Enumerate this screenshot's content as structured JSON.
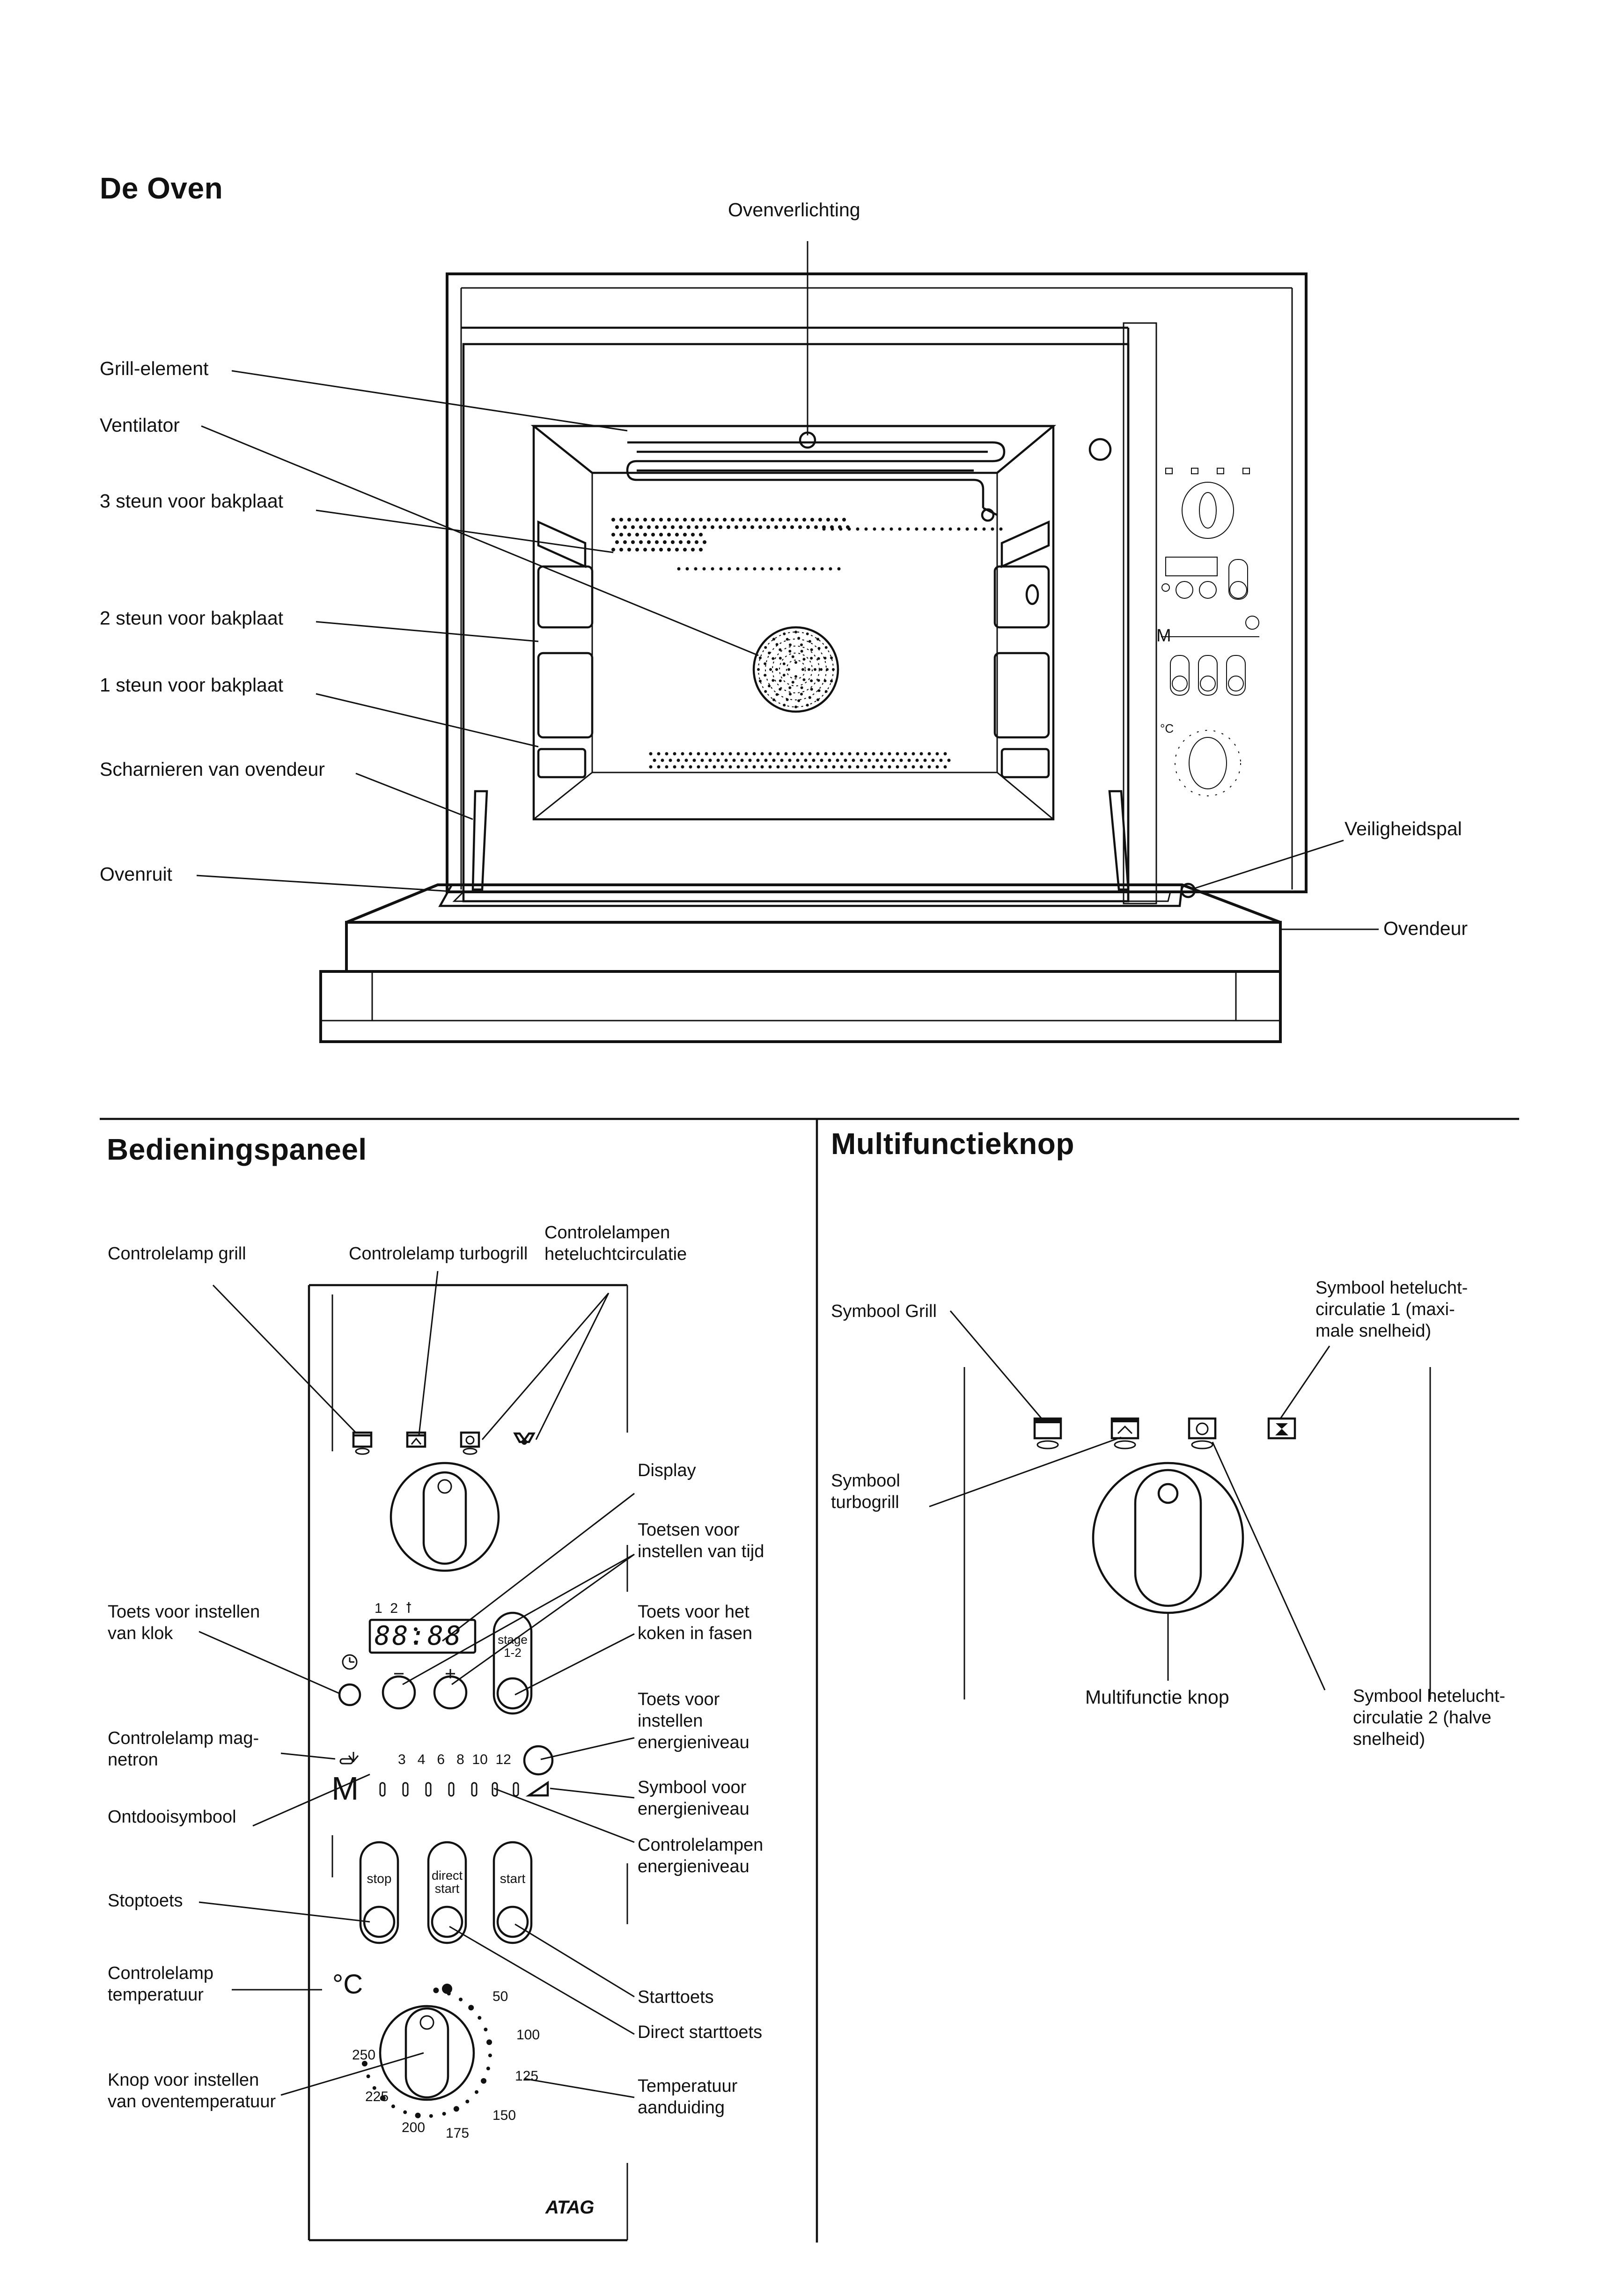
{
  "oven_section": {
    "title": "De Oven",
    "labels": {
      "ovenverlichting": "Ovenverlichting",
      "grill_element": "Grill-element",
      "ventilator": "Ventilator",
      "steun3": "3 steun voor bakplaat",
      "steun2": "2 steun voor bakplaat",
      "steun1": "1 steun voor bakplaat",
      "scharnieren": "Scharnieren van ovendeur",
      "ovenruit": "Ovenruit",
      "veiligheidspal": "Veiligheidspal",
      "ovendeur": "Ovendeur"
    }
  },
  "panel_section": {
    "title": "Bedieningspaneel",
    "labels": {
      "controlelamp_grill": "Controlelamp  grill",
      "controlelamp_turbogrill": "Controlelamp turbogrill",
      "controlelampen_hetelucht": "Controlelampen\nheteluchtcirculatie",
      "display": "Display",
      "toetsen_tijd": "Toetsen voor\ninstellen van tijd",
      "toets_klok": "Toets voor instellen\nvan klok",
      "toets_fasen": "Toets voor het\nkoken in fasen",
      "toets_energie": "Toets voor\ninstellen\nenergieniveau",
      "controlelamp_magnetron": "Controlelamp mag-\nnetron",
      "symbool_energie": "Symbool voor\nenergieniveau",
      "ontdooisymbool": "Ontdooisymbool",
      "controlelampen_energie": "Controlelampen\nenergieniveau",
      "stoptoets": "Stoptoets",
      "controlelamp_temp": "Controlelamp\ntemperatuur",
      "starttoets": "Starttoets",
      "direct_starttoets": "Direct starttoets",
      "knop_temp": "Knop voor instellen\nvan oventemperatuur",
      "temp_aanduiding": "Temperatuur\naanduiding"
    },
    "panel_marks": {
      "timer_top": "1  2  ",
      "stage_icon": "ꝉ",
      "display_digits": "88:88",
      "stage_button": "stage\n1-2",
      "energy_scale": "3   4   6   8  10  12",
      "stop_label": "stop",
      "direct_start_label": "direct\nstart",
      "start_label": "start",
      "temp_symbol": "°C",
      "brand": "ATAG",
      "m_letter": "M",
      "t50": "50",
      "t100": "100",
      "t125": "125",
      "t150": "150",
      "t175": "175",
      "t200": "200",
      "t225": "225",
      "t250": "250"
    }
  },
  "multi_section": {
    "title": "Multifunctieknop",
    "labels": {
      "symbool_grill": "Symbool Grill",
      "symbool_hetelucht1": "Symbool hetelucht-\ncirculatie 1 (maxi-\nmale snelheid)",
      "symbool_turbogrill": "Symbool\nturbogrill",
      "multifunctie_knop": "Multifunctie knop",
      "symbool_hetelucht2": "Symbool hetelucht-\ncirculatie 2 (halve\nsnelheid)"
    }
  }
}
